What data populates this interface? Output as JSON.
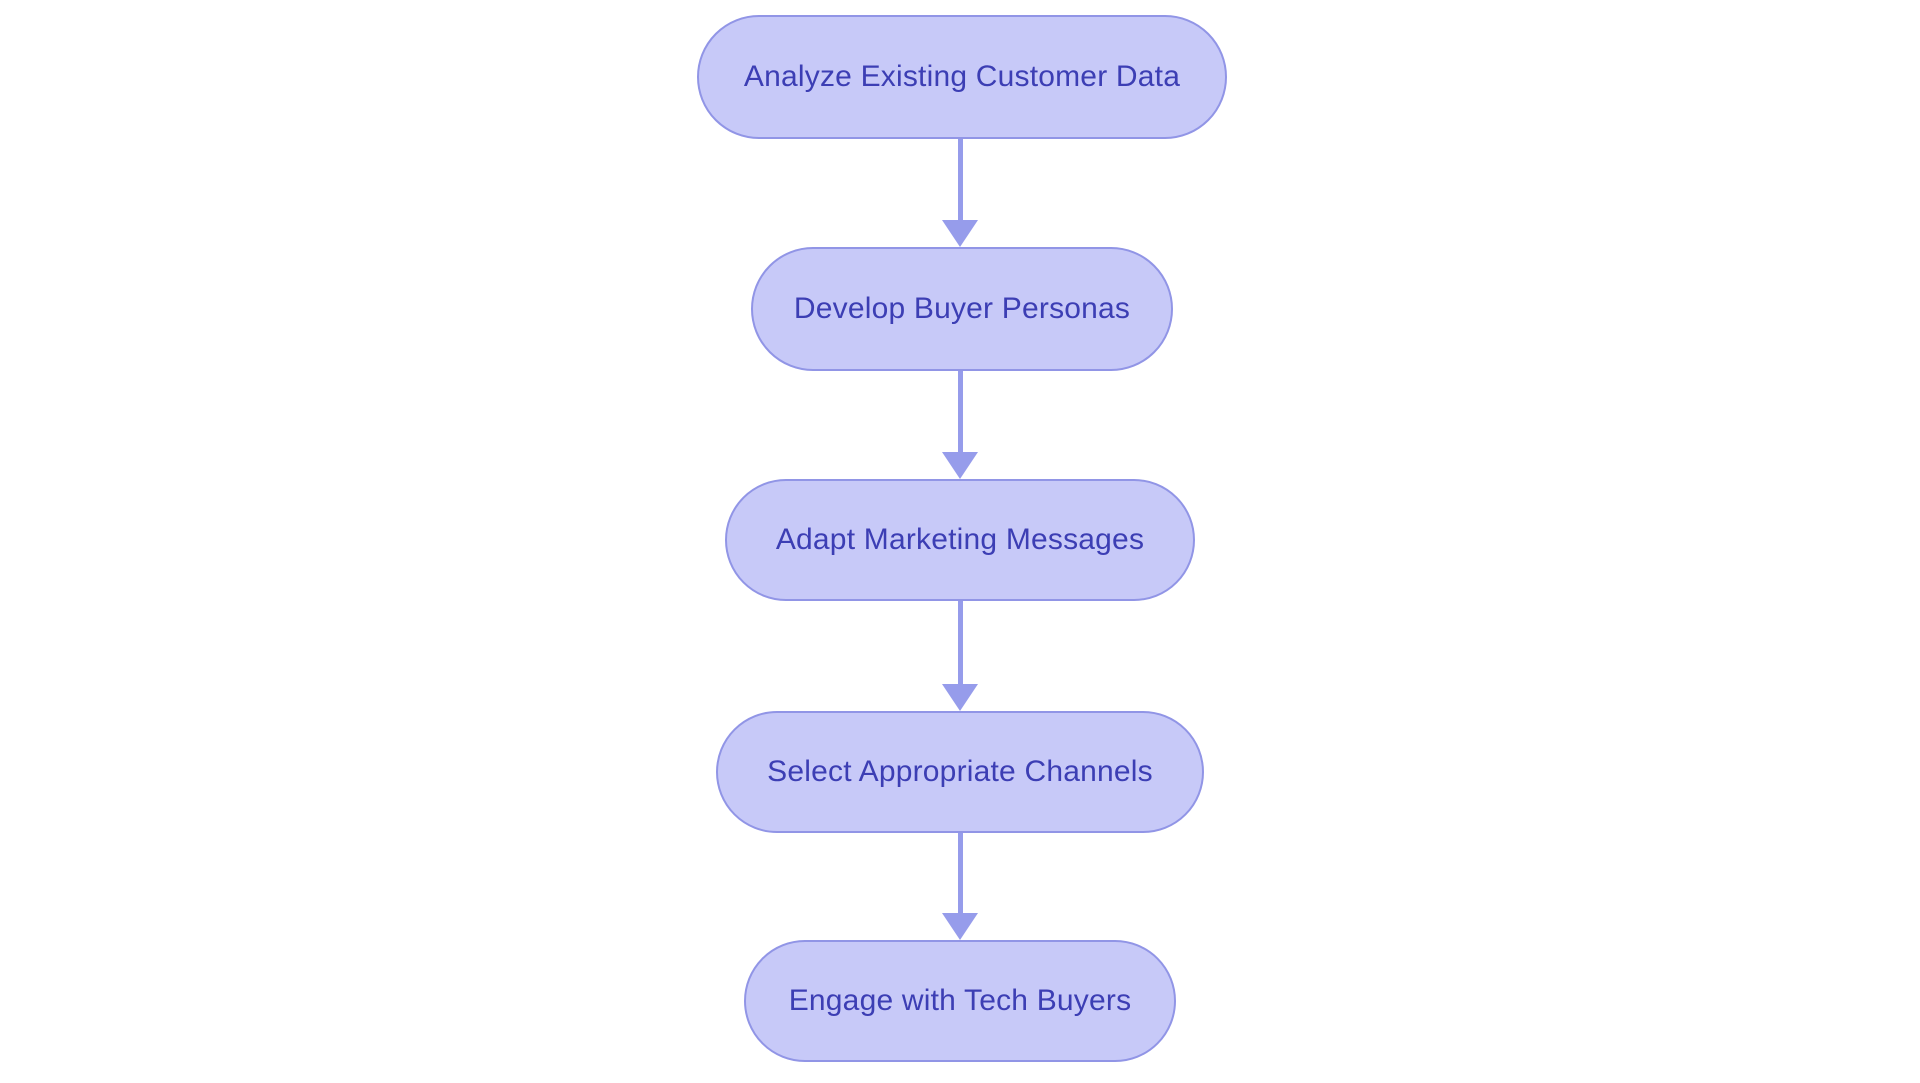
{
  "flow": {
    "type": "flowchart",
    "direction": "top-down",
    "nodes": [
      {
        "id": "n1",
        "label": "Analyze Existing Customer Data"
      },
      {
        "id": "n2",
        "label": "Develop Buyer Personas"
      },
      {
        "id": "n3",
        "label": "Adapt Marketing Messages"
      },
      {
        "id": "n4",
        "label": "Select Appropriate Channels"
      },
      {
        "id": "n5",
        "label": "Engage with Tech Buyers"
      }
    ],
    "edges": [
      {
        "from": "n1",
        "to": "n2"
      },
      {
        "from": "n2",
        "to": "n3"
      },
      {
        "from": "n3",
        "to": "n4"
      },
      {
        "from": "n4",
        "to": "n5"
      }
    ],
    "colors": {
      "background": "#ffffff",
      "node_fill": "#c7c9f8",
      "node_border": "#9195e6",
      "node_text": "#3c3eb4",
      "arrow": "#969ceb"
    }
  }
}
